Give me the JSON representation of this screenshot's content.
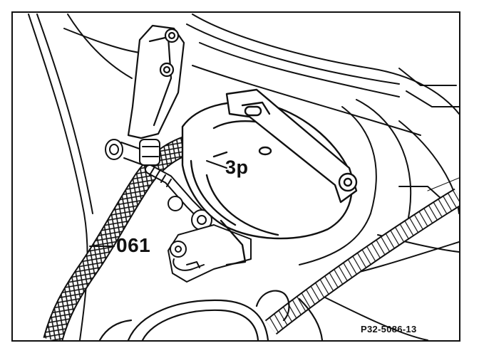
{
  "figure": {
    "callouts": [
      {
        "id": "3p",
        "label": "3p"
      },
      {
        "id": "061",
        "label": "061"
      }
    ],
    "figure_id": "P32-5086-13"
  }
}
